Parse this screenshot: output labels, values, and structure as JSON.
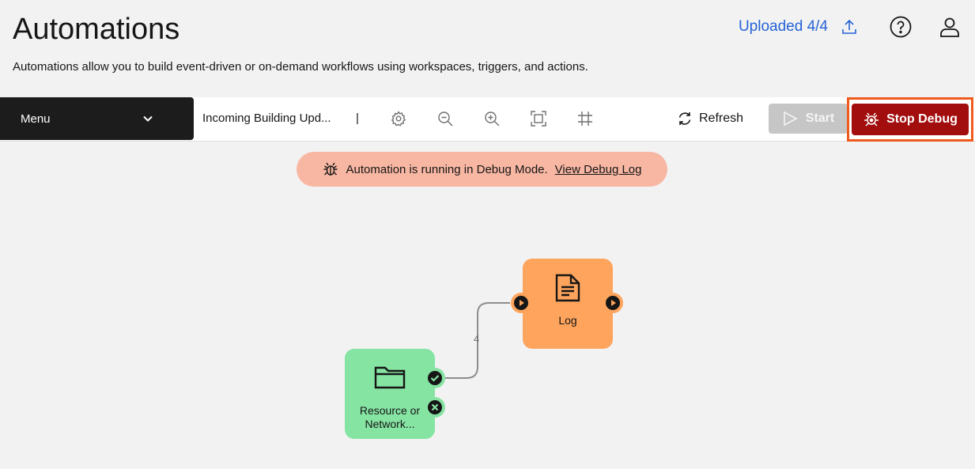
{
  "header": {
    "title": "Automations",
    "description": "Automations allow you to build event-driven or on-demand workflows using workspaces, triggers, and actions.",
    "upload_status": "Uploaded 4/4",
    "upload_icon": "upload-icon",
    "help_icon": "help-icon",
    "user_icon": "user-icon",
    "link_color": "#2463d6"
  },
  "toolbar": {
    "menu_label": "Menu",
    "automation_name": "Incoming Building Upd...",
    "separator": "|",
    "refresh_label": "Refresh",
    "start_label": "Start",
    "stop_debug_label": "Stop Debug",
    "stop_debug_color": "#a20d0d",
    "highlight_color": "#ef5a1d"
  },
  "banner": {
    "message": "Automation is running in Debug Mode.",
    "link": "View Debug Log",
    "color": "#f8b7a3"
  },
  "canvas": {
    "nodes": [
      {
        "id": "log",
        "label": "Log",
        "icon": "document-icon",
        "color": "#ffa45c"
      },
      {
        "id": "resource",
        "label_line1": "Resource or",
        "label_line2": "Network...",
        "icon": "folder-icon",
        "color": "#86e4a3"
      }
    ],
    "edge_label": "4"
  }
}
